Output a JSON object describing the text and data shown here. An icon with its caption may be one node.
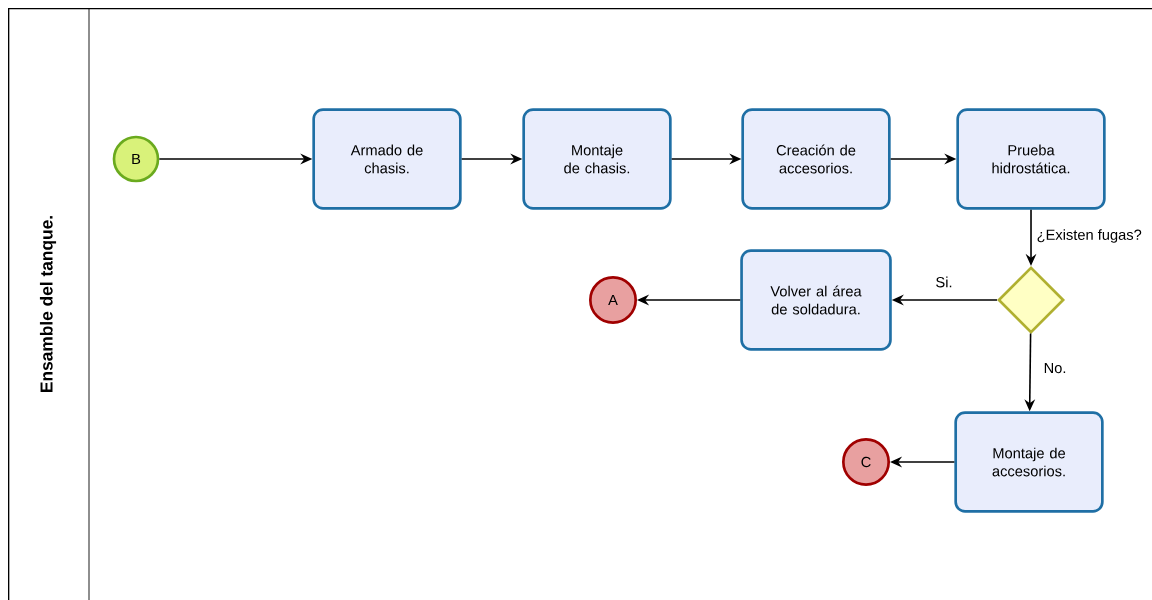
{
  "diagram": {
    "nodes": [
      {
        "text": [
          "Ensamble del tanque."
        ]
      },
      {
        "text": [
          "B"
        ],
        "in": 0
      },
      {
        "text": [
          "Armado de chasis."
        ],
        "in": 0
      },
      {
        "text": [
          "Montaje de chasis."
        ],
        "in": 0
      },
      {
        "text": [
          "Creación de accesorios."
        ],
        "in": 0
      },
      {
        "text": [
          "Prueba hidrostática."
        ],
        "in": 0
      },
      {
        "text": [],
        "shape": "diamond",
        "in": 0
      },
      {
        "text": [
          "Volver al área de soldadura."
        ],
        "in": 0
      },
      {
        "text": [
          "A"
        ],
        "in": 0
      },
      {
        "text": [
          "Montaje de accesorios."
        ],
        "in": 0
      },
      {
        "text": [
          "C"
        ],
        "in": 0
      }
    ],
    "edges": [
      {
        "from": 1,
        "to": 2,
        "arrow": "to"
      },
      {
        "from": 2,
        "to": 3,
        "arrow": "to"
      },
      {
        "from": 3,
        "to": 4,
        "arrow": "to"
      },
      {
        "from": 4,
        "to": 5,
        "arrow": "to"
      },
      {
        "from": 5,
        "to": 6,
        "arrow": "to",
        "label": "¿Existen fugas?"
      },
      {
        "from": 6,
        "to": 7,
        "arrow": "to",
        "label": "Si."
      },
      {
        "from": 7,
        "to": 8,
        "arrow": "to"
      },
      {
        "from": 6,
        "to": 9,
        "arrow": "to",
        "label": "No."
      },
      {
        "from": 9,
        "to": 10,
        "arrow": "to"
      }
    ]
  }
}
